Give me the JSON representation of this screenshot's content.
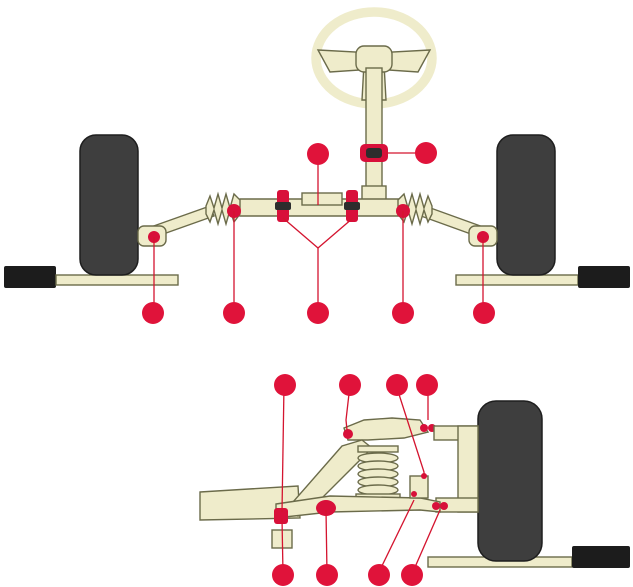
{
  "diagram": {
    "colors": {
      "background": "#ffffff",
      "component_fill": "#efeccb",
      "outline": "#6b6b4a",
      "tire": "#3e3e3e",
      "callout": "#e0133a",
      "ground_block": "#1c1c1c"
    },
    "views": [
      {
        "id": "steering-system-front-view",
        "callout_count": 6
      },
      {
        "id": "front-suspension-side-view",
        "callout_count": 8
      }
    ]
  }
}
